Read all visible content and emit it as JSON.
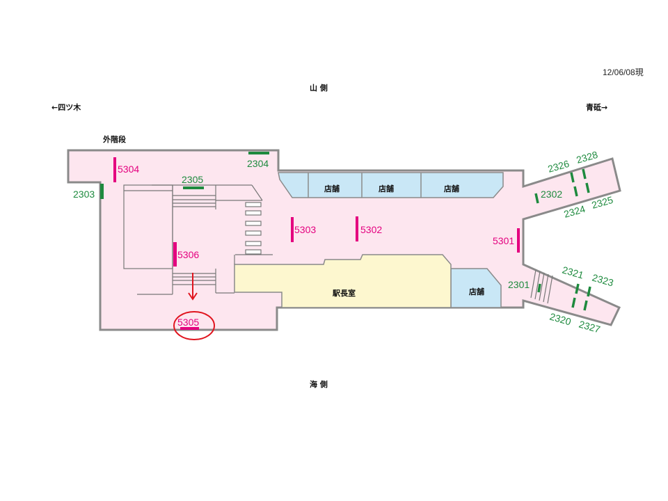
{
  "header": {
    "date": "12/06/08現",
    "mountain_side": "山 側",
    "sea_side": "海 側",
    "west_direction": "←四ツ木",
    "east_direction": "青砥→",
    "outer_stairs": "外階段"
  },
  "rooms": {
    "shop": "店舗",
    "station_master": "駅長室"
  },
  "markers_pink": [
    "5301",
    "5302",
    "5303",
    "5304",
    "5305",
    "5306"
  ],
  "markers_green": [
    "2301",
    "2302",
    "2303",
    "2304",
    "2305",
    "2320",
    "2321",
    "2323",
    "2324",
    "2325",
    "2326",
    "2327",
    "2328"
  ],
  "highlight": {
    "target": "5305"
  },
  "colors": {
    "floor": "#fde6ef",
    "shop": "#c9e7f6",
    "office": "#fdf7cf",
    "pink": "#e4007f",
    "green": "#1e8a3e",
    "wall": "#8a8a8a",
    "highlight": "#e0141e"
  }
}
